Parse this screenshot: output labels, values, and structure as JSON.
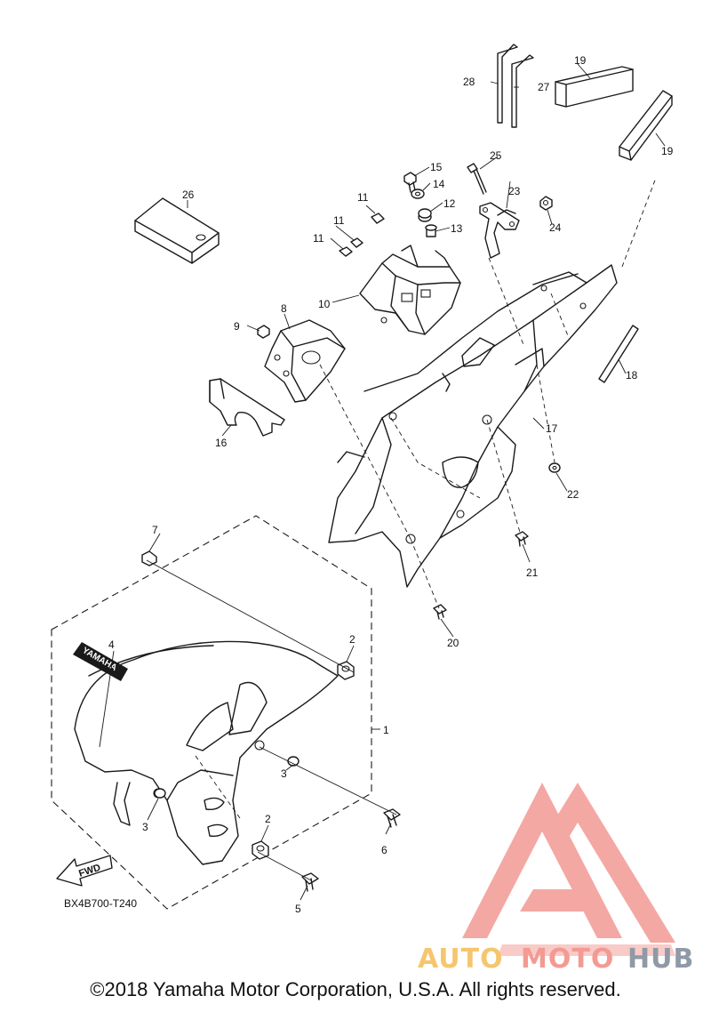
{
  "diagram": {
    "drawing_code": "BX4B700-T240",
    "fwd_label": "FWD",
    "decal_text": "YAMAHA",
    "callouts": [
      {
        "id": "1",
        "label": "1"
      },
      {
        "id": "2a",
        "label": "2"
      },
      {
        "id": "2b",
        "label": "2"
      },
      {
        "id": "3a",
        "label": "3"
      },
      {
        "id": "3b",
        "label": "3"
      },
      {
        "id": "4",
        "label": "4"
      },
      {
        "id": "5",
        "label": "5"
      },
      {
        "id": "6",
        "label": "6"
      },
      {
        "id": "7",
        "label": "7"
      },
      {
        "id": "8",
        "label": "8"
      },
      {
        "id": "9",
        "label": "9"
      },
      {
        "id": "10",
        "label": "10"
      },
      {
        "id": "11a",
        "label": "11"
      },
      {
        "id": "11b",
        "label": "11"
      },
      {
        "id": "11c",
        "label": "11"
      },
      {
        "id": "12",
        "label": "12"
      },
      {
        "id": "13",
        "label": "13"
      },
      {
        "id": "14",
        "label": "14"
      },
      {
        "id": "15",
        "label": "15"
      },
      {
        "id": "16",
        "label": "16"
      },
      {
        "id": "17",
        "label": "17"
      },
      {
        "id": "18",
        "label": "18"
      },
      {
        "id": "19a",
        "label": "19"
      },
      {
        "id": "19b",
        "label": "19"
      },
      {
        "id": "20",
        "label": "20"
      },
      {
        "id": "21",
        "label": "21"
      },
      {
        "id": "22",
        "label": "22"
      },
      {
        "id": "23",
        "label": "23"
      },
      {
        "id": "24",
        "label": "24"
      },
      {
        "id": "25",
        "label": "25"
      },
      {
        "id": "26",
        "label": "26"
      },
      {
        "id": "27",
        "label": "27"
      },
      {
        "id": "28",
        "label": "28"
      }
    ]
  },
  "watermark": {
    "auto": "AUTO",
    "moto": "MOTO",
    "hub": "HUB",
    "colors": {
      "auto": "#f5c66f",
      "moto": "#f39a93",
      "hub": "#8f9aa6",
      "logo": "#f39a93"
    }
  },
  "footer": {
    "copyright": "©2018 Yamaha Motor Corporation, U.S.A. All rights reserved."
  }
}
